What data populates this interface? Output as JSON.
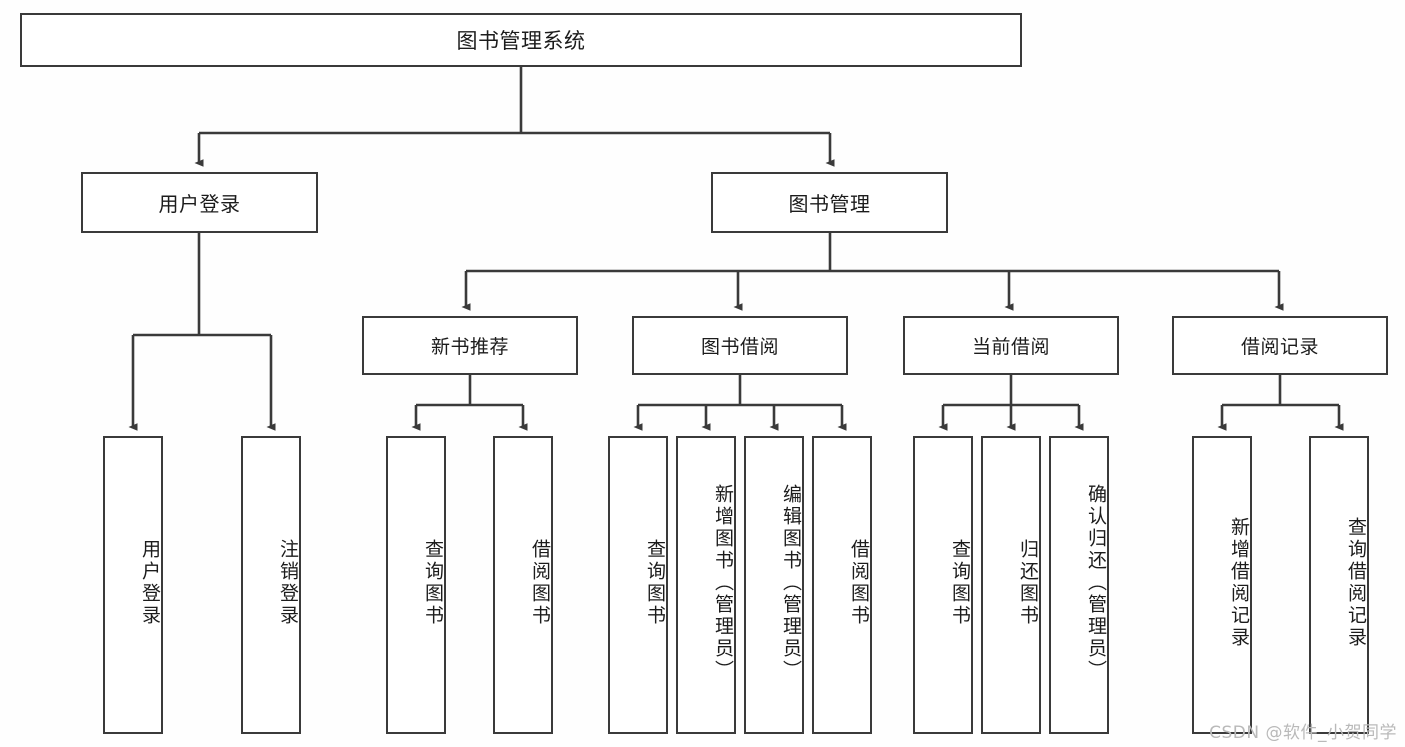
{
  "diagram": {
    "title": "图书管理系统",
    "type": "tree-hierarchy-diagram",
    "watermark": "CSDN @软件_小贺同学",
    "colors": {
      "background": "#fefefe",
      "node_fill": "#ffffff",
      "node_border": "#3a3a3a",
      "edge": "#3a3a3a",
      "text": "#1c1c1c",
      "watermark": "#b9b9b9"
    }
  },
  "nodes": {
    "root": {
      "label": "图书管理系统"
    },
    "level2": [
      {
        "label": "用户登录"
      },
      {
        "label": "图书管理"
      }
    ],
    "level3": [
      {
        "label": "新书推荐"
      },
      {
        "label": "图书借阅"
      },
      {
        "label": "当前借阅"
      },
      {
        "label": "借阅记录"
      }
    ],
    "leaves": {
      "user_login": [
        {
          "label": "用户登录"
        },
        {
          "label": "注销登录"
        }
      ],
      "new_book_recommend": [
        {
          "label": "查询图书"
        },
        {
          "label": "借阅图书"
        }
      ],
      "book_borrow": [
        {
          "label": "查询图书"
        },
        {
          "label": "新增图书（管理员）"
        },
        {
          "label": "编辑图书（管理员）"
        },
        {
          "label": "借阅图书"
        }
      ],
      "current_borrow": [
        {
          "label": "查询图书"
        },
        {
          "label": "归还图书"
        },
        {
          "label": "确认归还（管理员）"
        }
      ],
      "borrow_record": [
        {
          "label": "新增借阅记录"
        },
        {
          "label": "查询借阅记录"
        }
      ]
    }
  }
}
